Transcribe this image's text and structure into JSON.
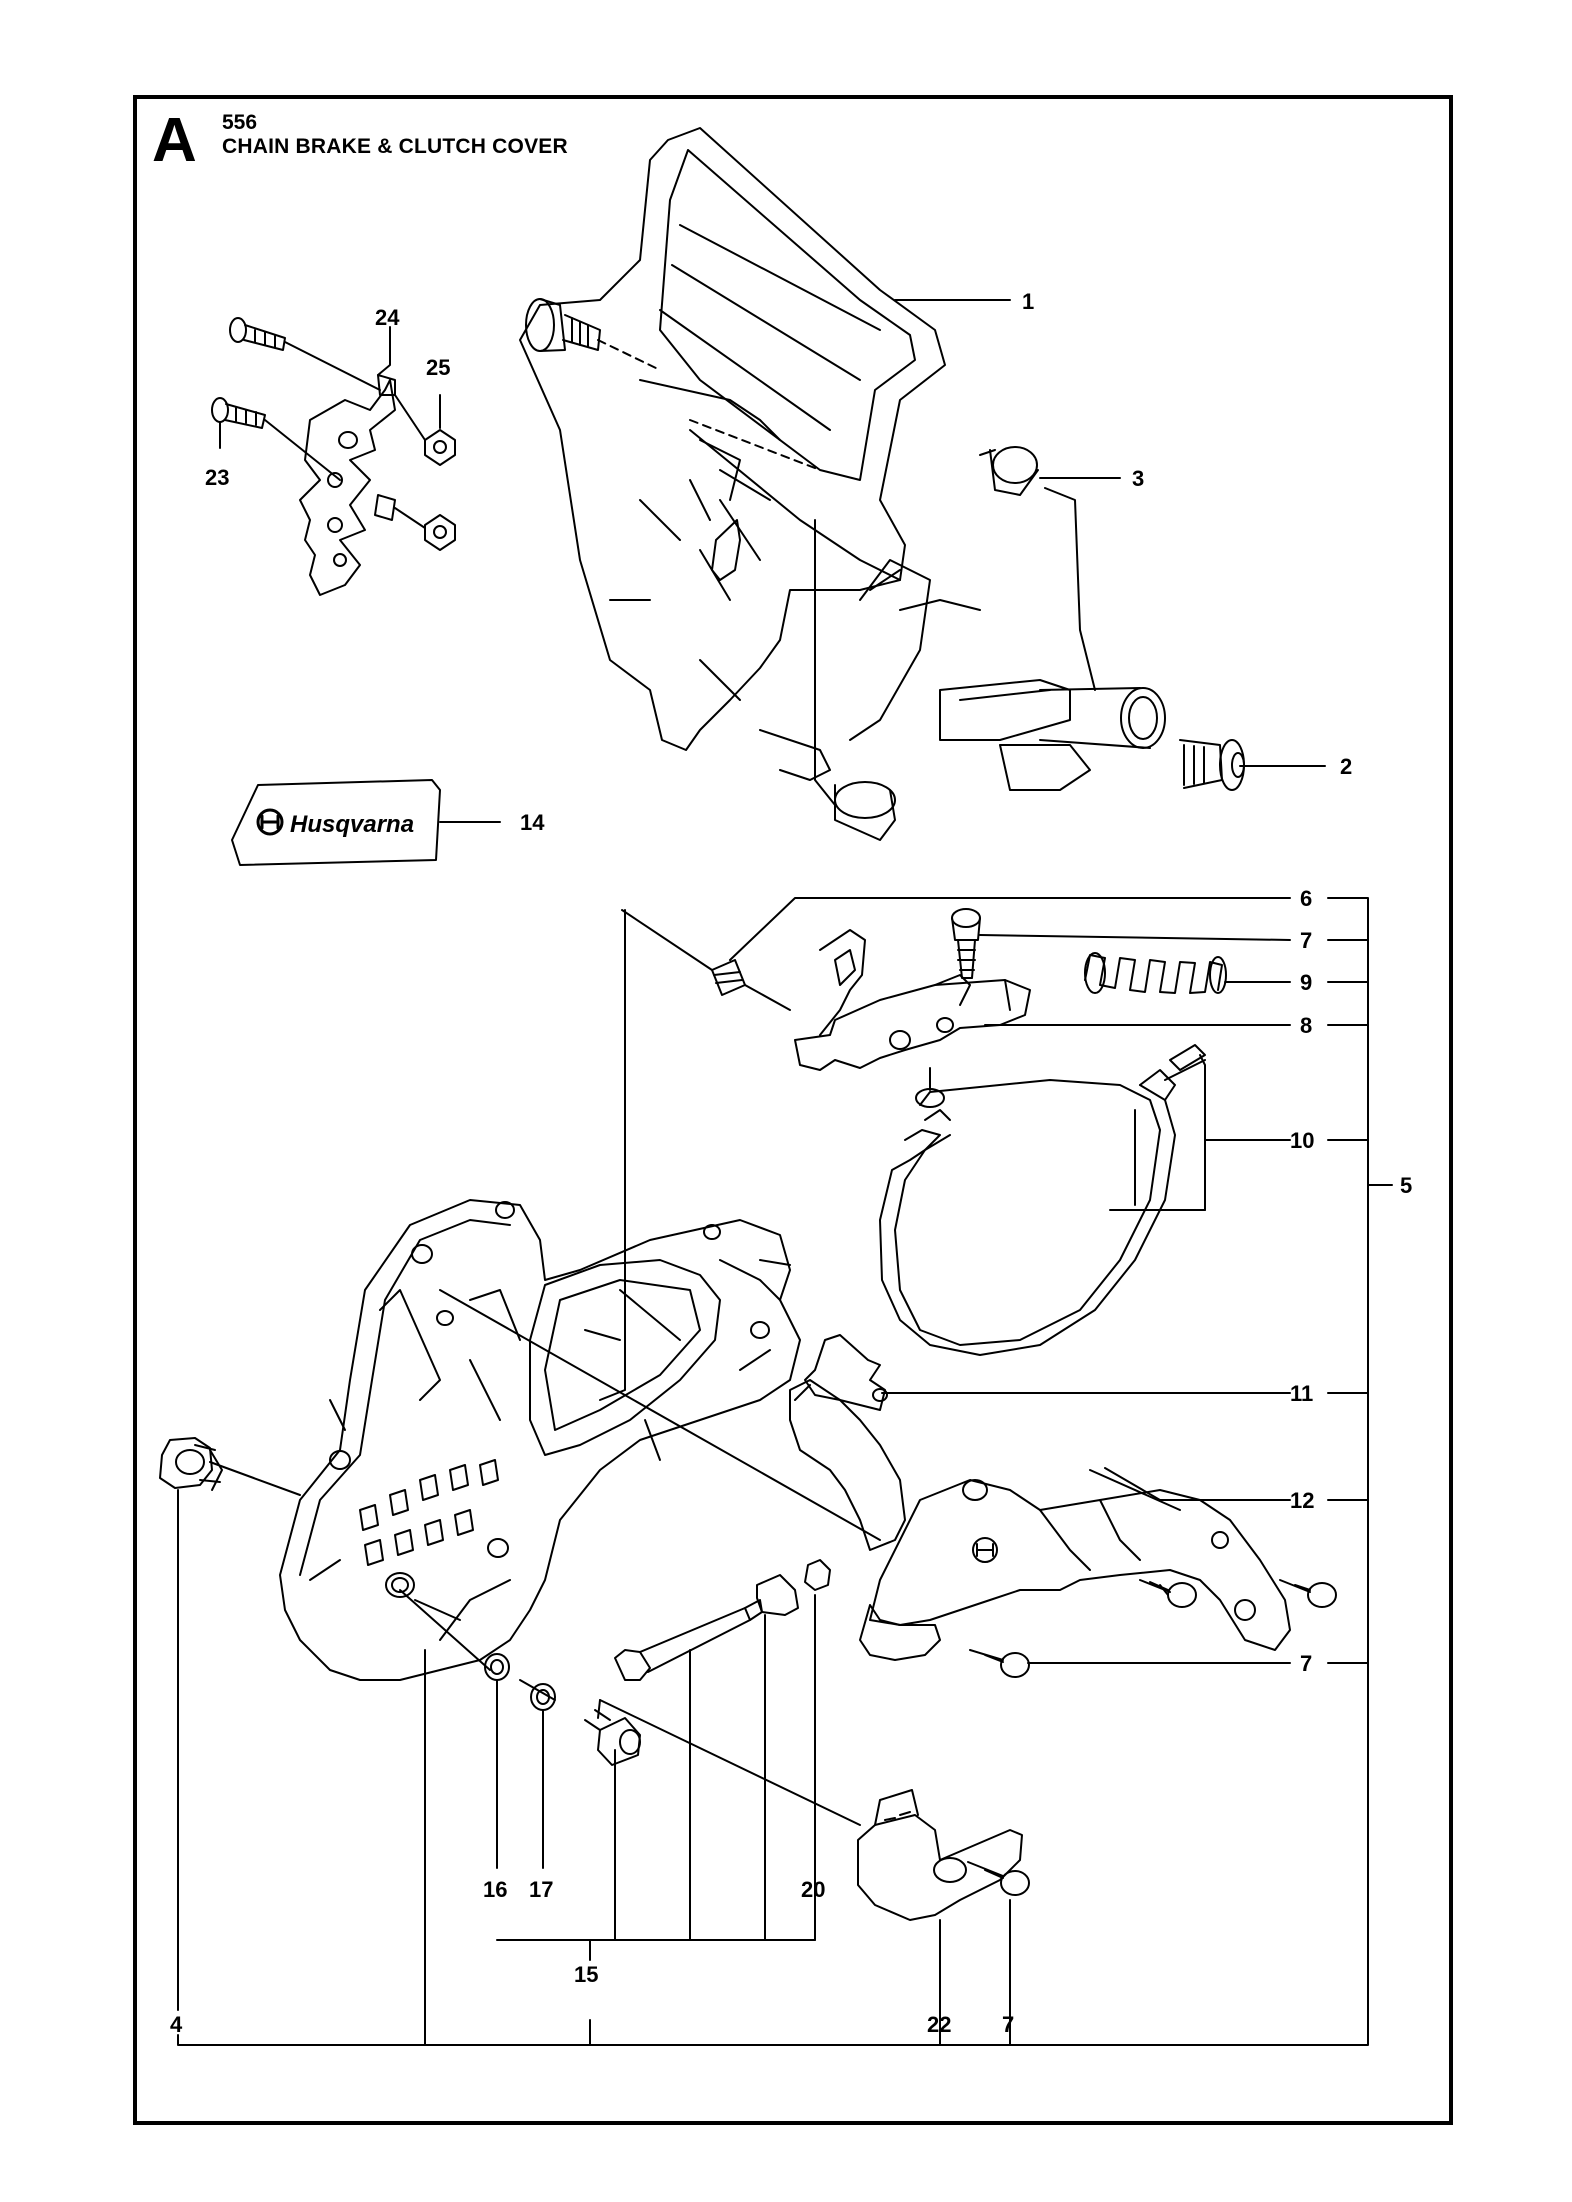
{
  "header": {
    "section_letter": "A",
    "model": "556",
    "title": "CHAIN BRAKE & CLUTCH COVER"
  },
  "logo": {
    "brand": "Husqvarna"
  },
  "callouts": [
    {
      "id": "c1",
      "label": "1"
    },
    {
      "id": "c2",
      "label": "2"
    },
    {
      "id": "c3",
      "label": "3"
    },
    {
      "id": "c4",
      "label": "4"
    },
    {
      "id": "c5",
      "label": "5"
    },
    {
      "id": "c6",
      "label": "6"
    },
    {
      "id": "c7a",
      "label": "7"
    },
    {
      "id": "c7b",
      "label": "7"
    },
    {
      "id": "c7c",
      "label": "7"
    },
    {
      "id": "c8",
      "label": "8"
    },
    {
      "id": "c9",
      "label": "9"
    },
    {
      "id": "c10",
      "label": "10"
    },
    {
      "id": "c11",
      "label": "11"
    },
    {
      "id": "c12",
      "label": "12"
    },
    {
      "id": "c14",
      "label": "14"
    },
    {
      "id": "c15",
      "label": "15"
    },
    {
      "id": "c16",
      "label": "16"
    },
    {
      "id": "c17",
      "label": "17"
    },
    {
      "id": "c20",
      "label": "20"
    },
    {
      "id": "c22",
      "label": "22"
    },
    {
      "id": "c23",
      "label": "23"
    },
    {
      "id": "c24",
      "label": "24"
    },
    {
      "id": "c25",
      "label": "25"
    }
  ],
  "colors": {
    "line": "#000000",
    "background": "#ffffff"
  }
}
